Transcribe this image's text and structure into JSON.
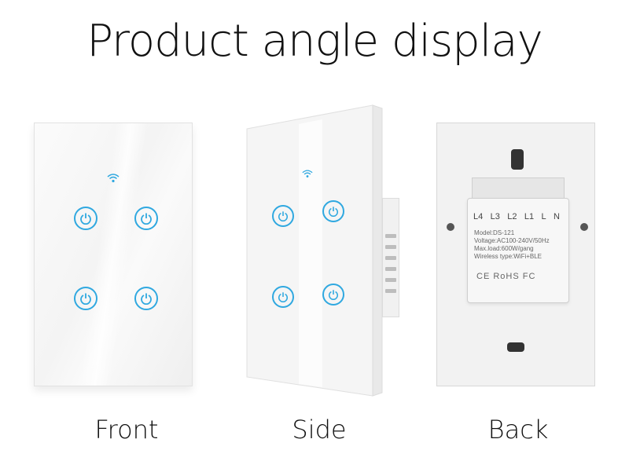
{
  "title": "Product angle display",
  "captions": {
    "front": "Front",
    "side": "Side",
    "back": "Back"
  },
  "back_label": {
    "terminals": [
      "L4",
      "L3",
      "L2",
      "L1",
      "L",
      "N"
    ],
    "model": "Model:DS-121",
    "voltage": "Voltage:AC100-240V/50Hz",
    "max_load": "Max.load:600W/gang",
    "wireless": "Wireless type:WiFi+BLE",
    "certifications": "CE RoHS FC"
  },
  "colors": {
    "button_accent": "#2fa8e0",
    "panel": "#f6f6f6"
  },
  "icons": [
    "wifi-icon",
    "power-icon"
  ]
}
